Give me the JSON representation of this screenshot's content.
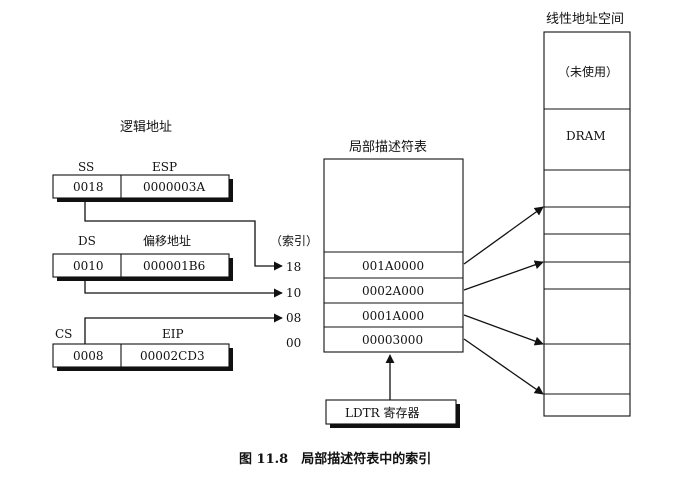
{
  "logical_address": {
    "title": "逻辑地址",
    "ss_label": "SS",
    "ss_value": "0018",
    "esp_label": "ESP",
    "esp_value": "0000003A",
    "ds_label": "DS",
    "ds_value": "0010",
    "offset_label": "偏移地址",
    "offset_value": "000001B6",
    "cs_label": "CS",
    "cs_value": "0008",
    "eip_label": "EIP",
    "eip_value": "00002CD3"
  },
  "index": {
    "title": "（索引）",
    "values": [
      "18",
      "10",
      "08",
      "00"
    ]
  },
  "ldt": {
    "title": "局部描述符表",
    "entries": [
      "001A0000",
      "0002A000",
      "0001A000",
      "00003000"
    ],
    "ldtr_label": "LDTR 寄存器"
  },
  "linear": {
    "title": "线性地址空间",
    "unused_label": "（未使用）",
    "dram_label": "DRAM"
  },
  "caption": "图 11.8　局部描述符表中的索引"
}
